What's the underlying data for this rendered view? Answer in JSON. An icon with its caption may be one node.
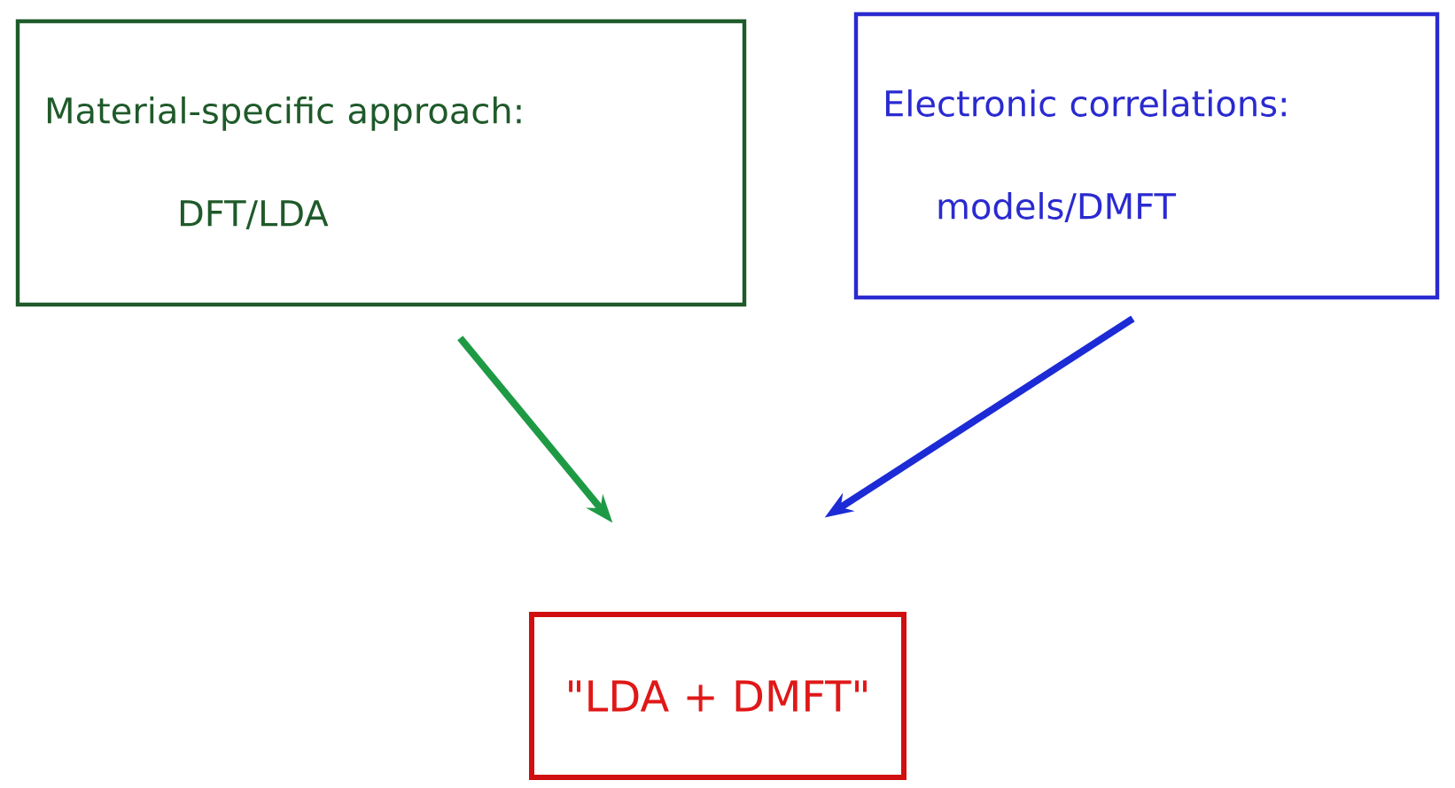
{
  "diagram": {
    "nodes": [
      {
        "text": [
          "Material-specific approach:",
          "DFT/LDA"
        ]
      },
      {
        "text": [
          "Electronic correlations:",
          "models/DMFT"
        ]
      },
      {
        "text": [
          "\"LDA + DMFT\""
        ]
      }
    ],
    "edges": [
      {
        "from": 0,
        "to": 2,
        "arrow": "to",
        "color": "#1e9a45"
      },
      {
        "from": 1,
        "to": 2,
        "arrow": "to",
        "color": "#1c2bd6"
      }
    ]
  }
}
